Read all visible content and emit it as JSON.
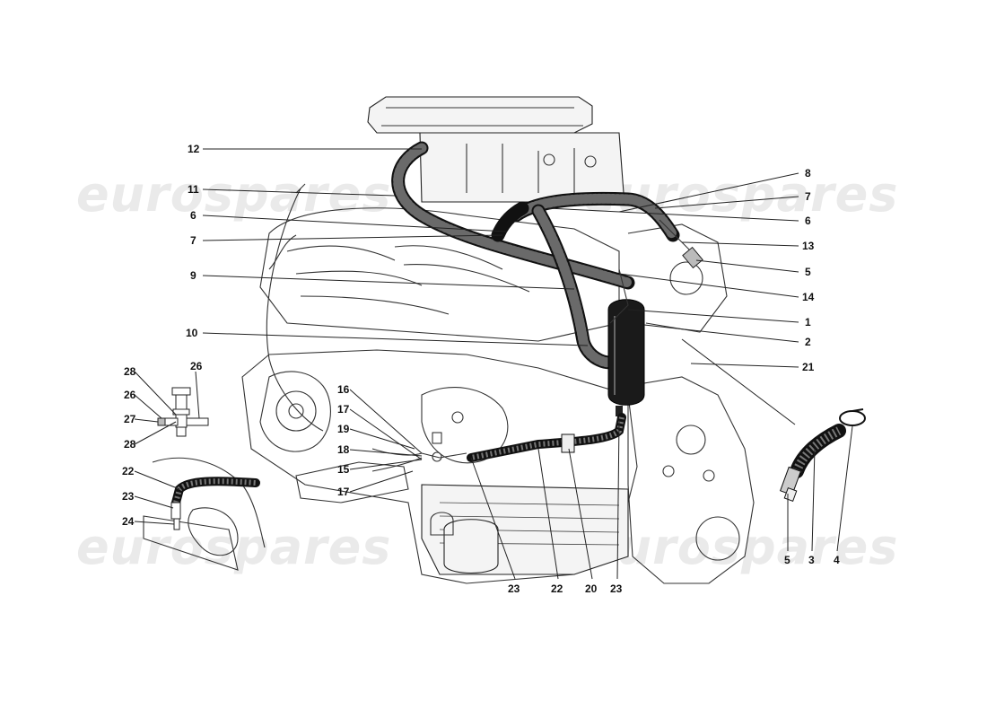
{
  "watermarks": [
    "eurospares",
    "eurospares",
    "eurospares",
    "eurospares"
  ],
  "callouts": [
    {
      "n": "12"
    },
    {
      "n": "11"
    },
    {
      "n": "6"
    },
    {
      "n": "7"
    },
    {
      "n": "9"
    },
    {
      "n": "10"
    },
    {
      "n": "8"
    },
    {
      "n": "7"
    },
    {
      "n": "6"
    },
    {
      "n": "13"
    },
    {
      "n": "5"
    },
    {
      "n": "14"
    },
    {
      "n": "1"
    },
    {
      "n": "2"
    },
    {
      "n": "21"
    },
    {
      "n": "16"
    },
    {
      "n": "17"
    },
    {
      "n": "19"
    },
    {
      "n": "18"
    },
    {
      "n": "15"
    },
    {
      "n": "17"
    },
    {
      "n": "28"
    },
    {
      "n": "26"
    },
    {
      "n": "26"
    },
    {
      "n": "27"
    },
    {
      "n": "28"
    },
    {
      "n": "22"
    },
    {
      "n": "23"
    },
    {
      "n": "24"
    },
    {
      "n": "23"
    },
    {
      "n": "22"
    },
    {
      "n": "20"
    },
    {
      "n": "23"
    },
    {
      "n": "5"
    },
    {
      "n": "3"
    },
    {
      "n": "4"
    }
  ]
}
